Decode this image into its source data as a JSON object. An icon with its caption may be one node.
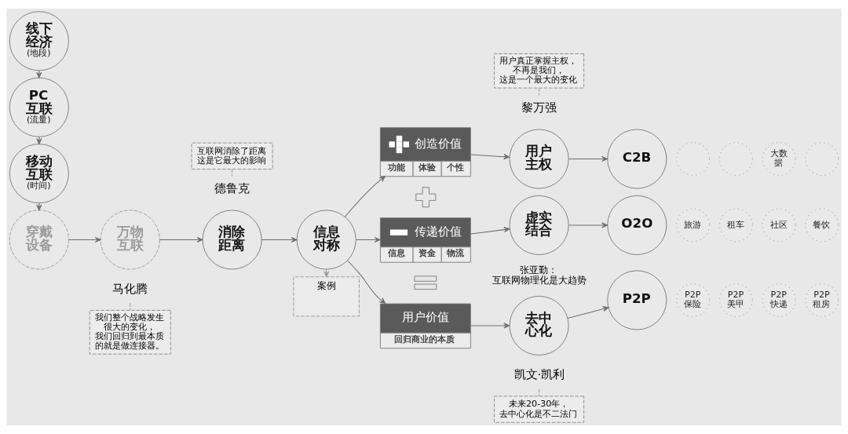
{
  "diagram": {
    "nodes": [
      {
        "text": [
          "线下经济",
          "(地段)"
        ]
      },
      {
        "text": [
          "PC互联",
          "(流量)"
        ]
      },
      {
        "text": [
          "移动互联",
          "(时间)"
        ]
      },
      {
        "text": [
          "穿戴设备"
        ]
      },
      {
        "text": [
          "万物互联"
        ]
      },
      {
        "text": [
          "马化腾"
        ]
      },
      {
        "text": [
          "我们整个战略发生很大的变化，我们回归到最本质的就是做连接器。"
        ]
      },
      {
        "text": [
          "互联网消除了距离这是它最大的影响"
        ]
      },
      {
        "text": [
          "德鲁克"
        ]
      },
      {
        "text": [
          "消除距离"
        ]
      },
      {
        "text": [
          "信息对称"
        ]
      },
      {
        "text": [
          "案例"
        ]
      },
      {
        "text": [
          "创造价值",
          "功能",
          "体验",
          "个性"
        ]
      },
      {
        "text": [
          "传递价值",
          "信息",
          "资金",
          "物流"
        ]
      },
      {
        "text": [
          "用户价值",
          "回归商业的本质"
        ]
      },
      {
        "text": [
          "用户真正掌握主权，不再是我们，这是一个最大的变化"
        ]
      },
      {
        "text": [
          "黎万强"
        ]
      },
      {
        "text": [
          "用户主权"
        ]
      },
      {
        "text": [
          "C2B"
        ]
      },
      {
        "text": [],
        "shape": "circle"
      },
      {
        "text": [],
        "shape": "circle"
      },
      {
        "text": [
          "大数据"
        ]
      },
      {
        "text": [],
        "shape": "circle"
      },
      {
        "text": [
          "虚实结合"
        ],
        "beside": [
          "张亚勤：互联网物理化是大趋势"
        ]
      },
      {
        "text": [
          "O2O"
        ]
      },
      {
        "text": [
          "旅游"
        ]
      },
      {
        "text": [
          "租车"
        ]
      },
      {
        "text": [
          "社区"
        ]
      },
      {
        "text": [
          "餐饮"
        ]
      },
      {
        "text": [
          "去中心化"
        ]
      },
      {
        "text": [
          "凯文·凯利"
        ]
      },
      {
        "text": [
          "未来20-30年，去中心化是不二法门"
        ]
      },
      {
        "text": [
          "P2P"
        ]
      },
      {
        "text": [
          "P2P保险"
        ]
      },
      {
        "text": [
          "P2P美甲"
        ]
      },
      {
        "text": [
          "P2P快递"
        ]
      },
      {
        "text": [
          "P2P租房"
        ]
      }
    ],
    "edges": [
      {
        "from": 0,
        "to": 1,
        "arrow": "to"
      },
      {
        "from": 1,
        "to": 2,
        "arrow": "to"
      },
      {
        "from": 2,
        "to": 3,
        "arrow": "to"
      },
      {
        "from": 3,
        "to": 4,
        "arrow": "to"
      },
      {
        "from": 4,
        "to": 9,
        "arrow": "to"
      },
      {
        "from": 5,
        "to": 6,
        "arrow": "none",
        "style": "dashed",
        "color": "#9a9a9a"
      },
      {
        "from": 7,
        "to": 8,
        "arrow": "none",
        "style": "dashed",
        "color": "#9a9a9a"
      },
      {
        "from": 9,
        "to": 10,
        "arrow": "to"
      },
      {
        "from": 10,
        "to": 11,
        "arrow": "to",
        "style": "dashed",
        "color": "#9a9a9a"
      },
      {
        "from": 10,
        "to": 12,
        "arrow": "to"
      },
      {
        "from": 10,
        "to": 13,
        "arrow": "to"
      },
      {
        "from": 10,
        "to": 14,
        "arrow": "to"
      },
      {
        "from": 15,
        "to": 16,
        "arrow": "none",
        "style": "dashed",
        "color": "#9a9a9a"
      },
      {
        "from": 12,
        "to": 17,
        "arrow": "to"
      },
      {
        "from": 17,
        "to": 18,
        "arrow": "to"
      },
      {
        "from": 13,
        "to": 23,
        "arrow": "to"
      },
      {
        "from": 23,
        "to": 24,
        "arrow": "to"
      },
      {
        "from": 14,
        "to": 29,
        "arrow": "to"
      },
      {
        "from": 29,
        "to": 32,
        "arrow": "to"
      },
      {
        "from": 30,
        "to": 31,
        "arrow": "none",
        "style": "dashed",
        "color": "#9a9a9a"
      }
    ]
  }
}
